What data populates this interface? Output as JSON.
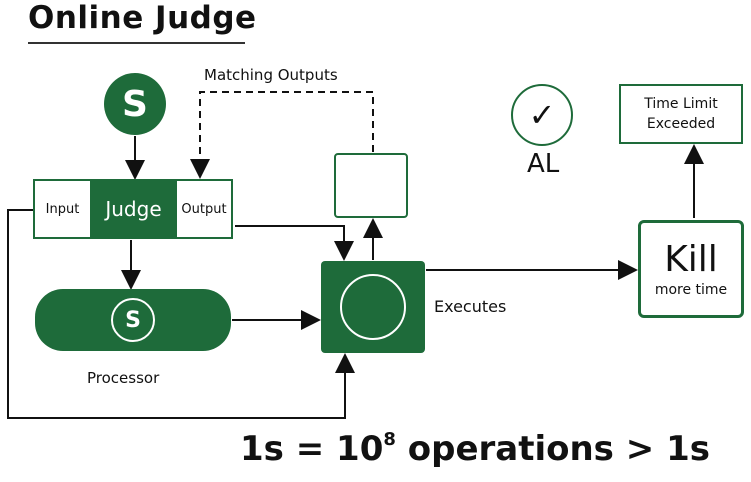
{
  "title": "Online Judge",
  "s_icon_letter": "S",
  "judge_box": {
    "input_label": "Input",
    "judge_label": "Judge",
    "output_label": "Output"
  },
  "processor": {
    "icon_letter": "S",
    "label": "Processor"
  },
  "matching_outputs_label": "Matching Outputs",
  "executes_label": "Executes",
  "check_icon": "✓",
  "al_label": "AL",
  "time_limit": {
    "line1": "Time Limit",
    "line2": "Exceeded"
  },
  "kill_box": {
    "title": "Kill",
    "subtitle": "more time"
  },
  "formula": {
    "prefix": "1s = 10",
    "exponent": "8",
    "suffix": " operations > 1s"
  },
  "colors": {
    "accent": "#1e6b3a",
    "text": "#111111"
  }
}
